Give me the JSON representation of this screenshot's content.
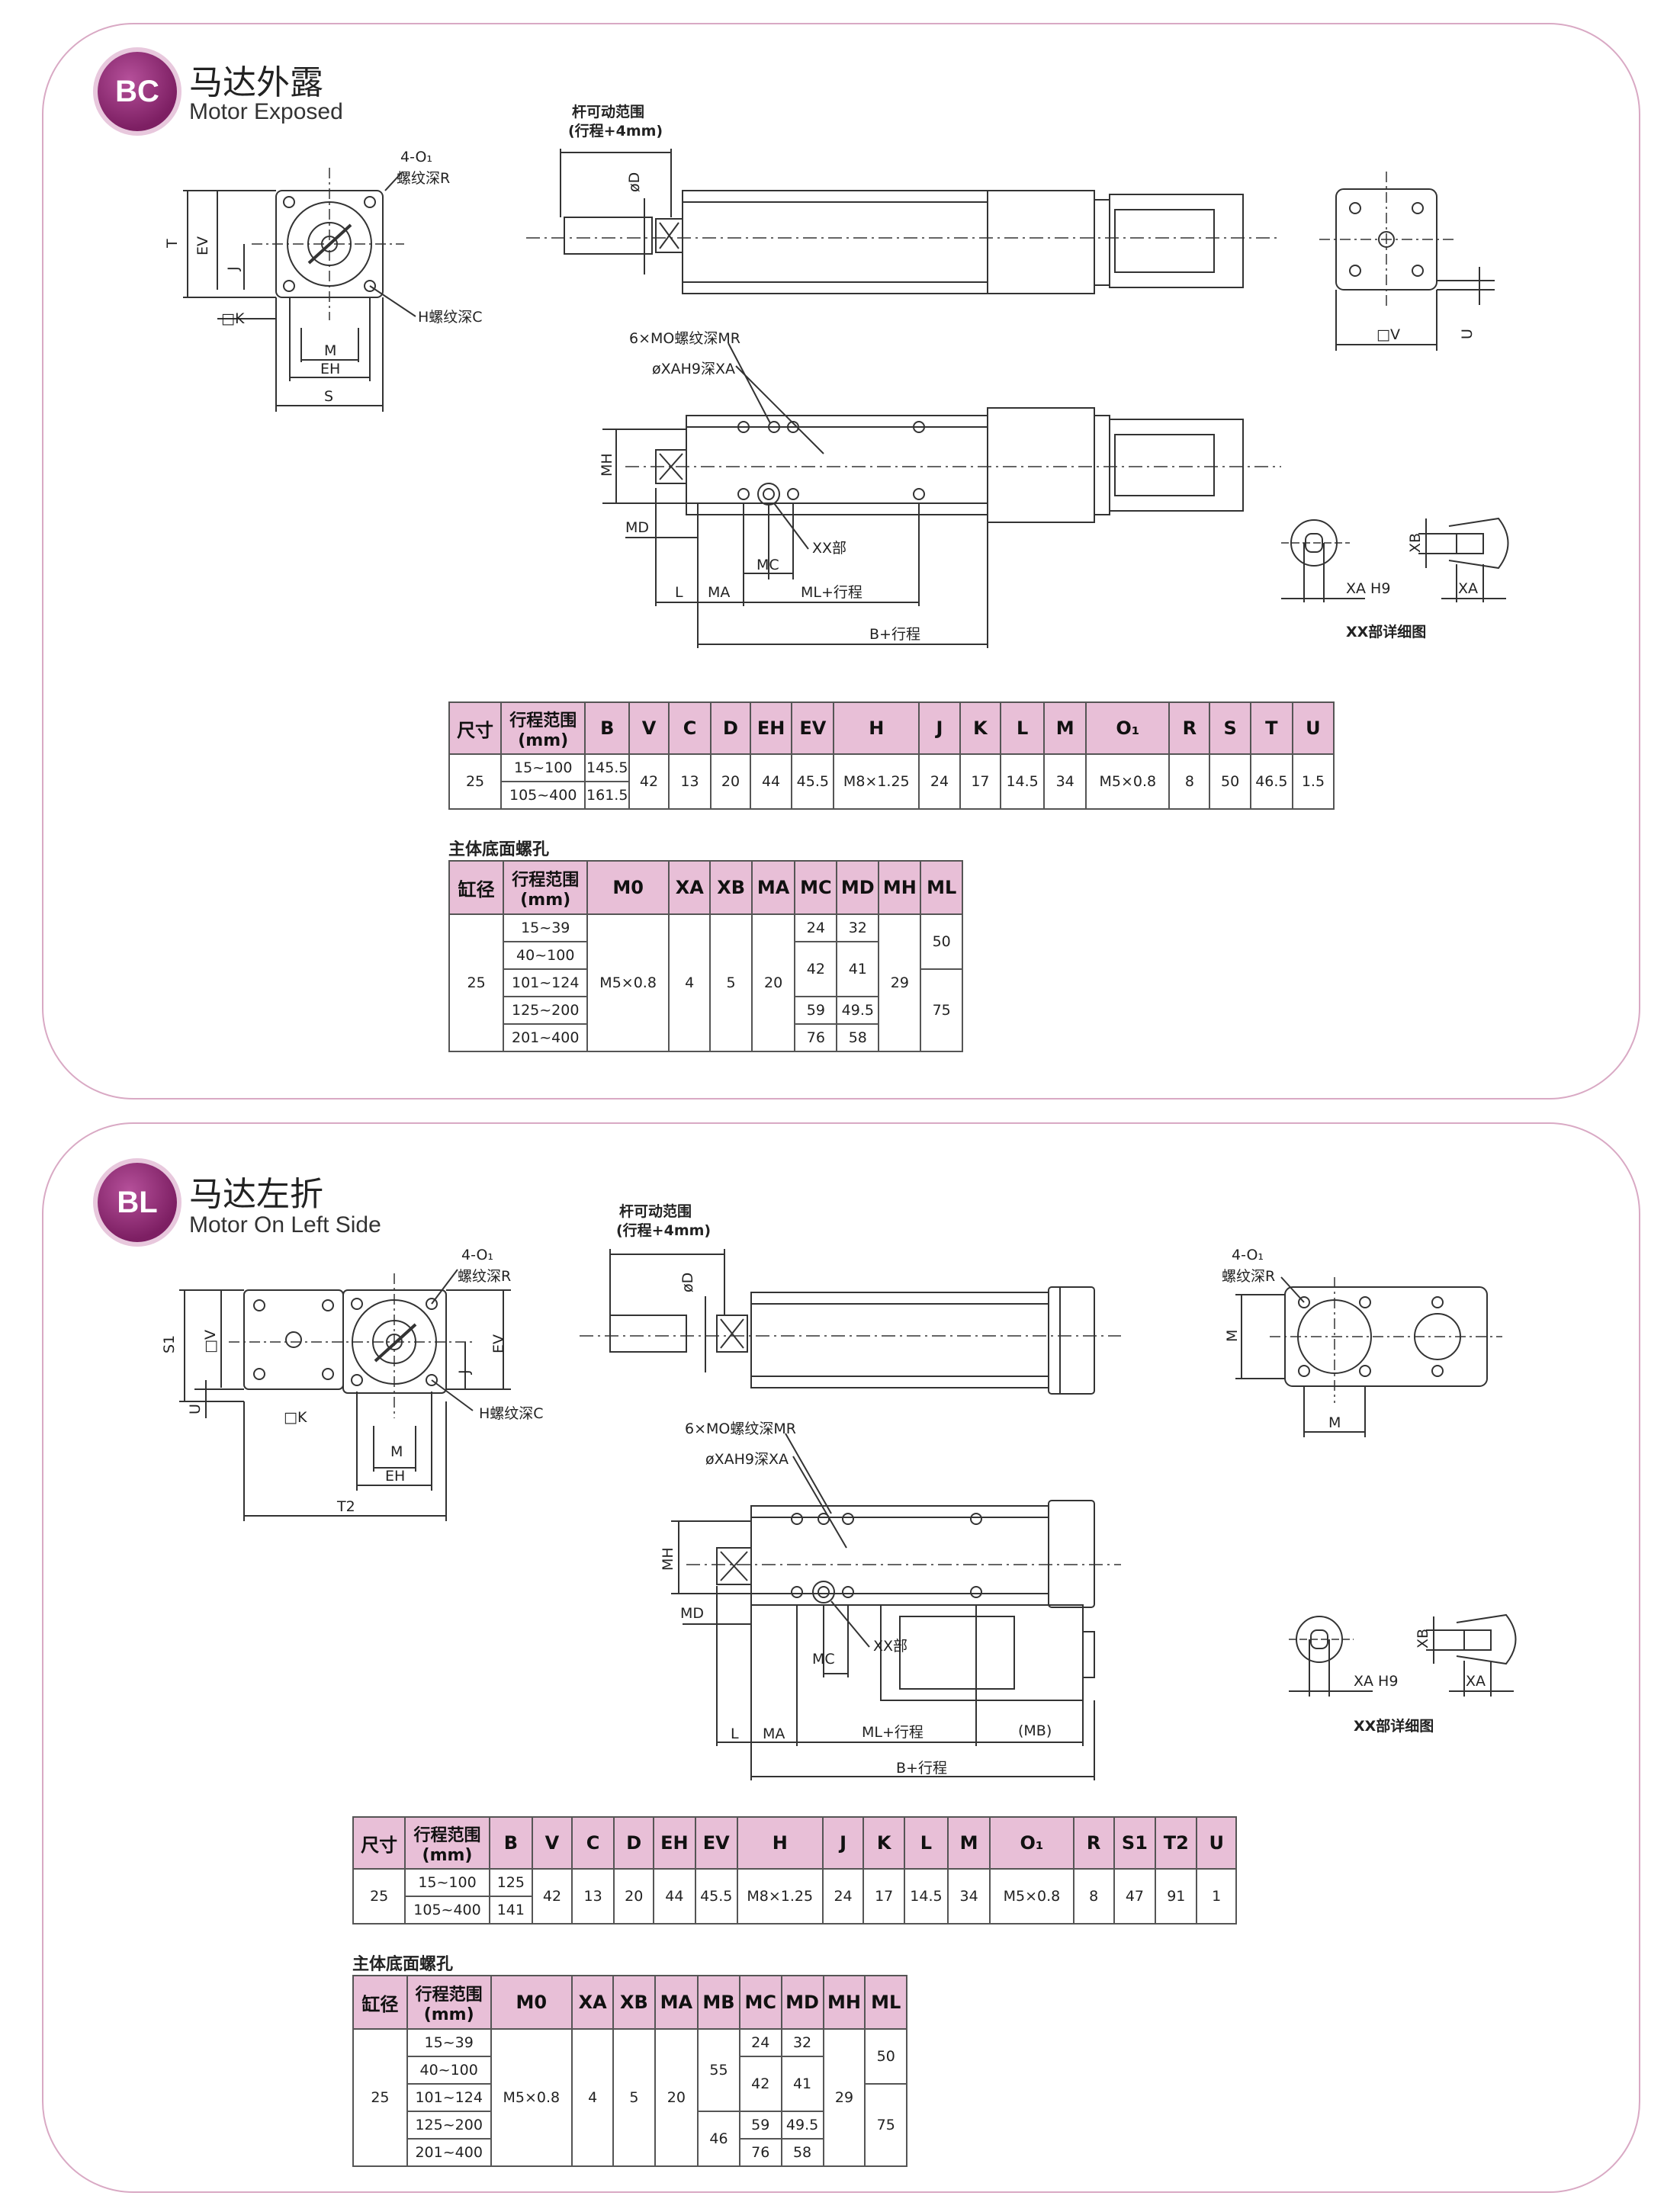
{
  "bc": {
    "badge": "BC",
    "title_cn": "马达外露",
    "title_en": "Motor Exposed",
    "labels": {
      "holes": "4-O₁",
      "thread_r": "螺纹深R",
      "thread_c": "H螺纹深C",
      "T": "T",
      "EV": "EV",
      "J": "J",
      "K": "□K",
      "M": "M",
      "EH": "EH",
      "S": "S",
      "rod_range": "杆可动范围",
      "stroke4": "(行程+4mm)",
      "D": "øD",
      "V": "□V",
      "U": "U",
      "mo": "6×MO螺纹深MR",
      "xa": "øXAH9深XA",
      "MH": "MH",
      "MD": "MD",
      "XX": "XX部",
      "MC": "MC",
      "L": "L",
      "MA": "MA",
      "ML": "ML+行程",
      "B": "B+行程",
      "XB": "XB",
      "XAH9": "XA  H9",
      "XA2": "XA",
      "detail": "XX部详细图"
    },
    "table1": {
      "headers": [
        "尺寸",
        "行程范围\n(mm)",
        "B",
        "V",
        "C",
        "D",
        "EH",
        "EV",
        "H",
        "J",
        "K",
        "L",
        "M",
        "O₁",
        "R",
        "S",
        "T",
        "U"
      ],
      "size": "25",
      "ranges": [
        "15~100",
        "105~400"
      ],
      "B": [
        "145.5",
        "161.5"
      ],
      "values": [
        "42",
        "13",
        "20",
        "44",
        "45.5",
        "M8×1.25",
        "24",
        "17",
        "14.5",
        "34",
        "M5×0.8",
        "8",
        "50",
        "46.5",
        "1.5"
      ]
    },
    "table2_title": "主体底面螺孔",
    "table2": {
      "headers": [
        "缸径",
        "行程范围\n(mm)",
        "M0",
        "XA",
        "XB",
        "MA",
        "MC",
        "MD",
        "MH",
        "ML"
      ],
      "size": "25",
      "ranges": [
        "15~39",
        "40~100",
        "101~124",
        "125~200",
        "201~400"
      ],
      "M0": "M5×0.8",
      "XA": "4",
      "XB": "5",
      "MA": "20",
      "MC": [
        "24",
        "42",
        "59",
        "76"
      ],
      "MD": [
        "32",
        "41",
        "49.5",
        "58"
      ],
      "MH": "29",
      "ML": [
        "50",
        "75"
      ]
    }
  },
  "bl": {
    "badge": "BL",
    "title_cn": "马达左折",
    "title_en": "Motor On Left Side",
    "labels": {
      "holes": "4-O₁",
      "thread_r": "螺纹深R",
      "thread_c": "H螺纹深C",
      "S1": "S1",
      "V": "□V",
      "U": "U",
      "J": "J",
      "EV": "EV",
      "K": "□K",
      "M": "M",
      "EH": "EH",
      "T2": "T2",
      "rod_range": "杆可动范围",
      "stroke4": "(行程+4mm)",
      "D": "øD",
      "holes_r": "4-O₁",
      "thread_r2": "螺纹深R",
      "M2": "M",
      "M3": "M",
      "mo": "6×MO螺纹深MR",
      "xa": "øXAH9深XA",
      "MH": "MH",
      "MD": "MD",
      "XX": "XX部",
      "MC": "MC",
      "L": "L",
      "MA": "MA",
      "ML": "ML+行程",
      "MB": "(MB)",
      "B": "B+行程",
      "XB": "XB",
      "XAH9": "XA  H9",
      "XA2": "XA",
      "detail": "XX部详细图"
    },
    "table1": {
      "headers": [
        "尺寸",
        "行程范围\n(mm)",
        "B",
        "V",
        "C",
        "D",
        "EH",
        "EV",
        "H",
        "J",
        "K",
        "L",
        "M",
        "O₁",
        "R",
        "S1",
        "T2",
        "U"
      ],
      "size": "25",
      "ranges": [
        "15~100",
        "105~400"
      ],
      "B": [
        "125",
        "141"
      ],
      "values": [
        "42",
        "13",
        "20",
        "44",
        "45.5",
        "M8×1.25",
        "24",
        "17",
        "14.5",
        "34",
        "M5×0.8",
        "8",
        "47",
        "91",
        "1"
      ]
    },
    "table2_title": "主体底面螺孔",
    "table2": {
      "headers": [
        "缸径",
        "行程范围\n(mm)",
        "M0",
        "XA",
        "XB",
        "MA",
        "MB",
        "MC",
        "MD",
        "MH",
        "ML"
      ],
      "size": "25",
      "ranges": [
        "15~39",
        "40~100",
        "101~124",
        "125~200",
        "201~400"
      ],
      "M0": "M5×0.8",
      "XA": "4",
      "XB": "5",
      "MA": "20",
      "MB": [
        "55",
        "46"
      ],
      "MC": [
        "24",
        "42",
        "59",
        "76"
      ],
      "MD": [
        "32",
        "41",
        "49.5",
        "58"
      ],
      "MH": "29",
      "ML": [
        "50",
        "75"
      ]
    }
  }
}
